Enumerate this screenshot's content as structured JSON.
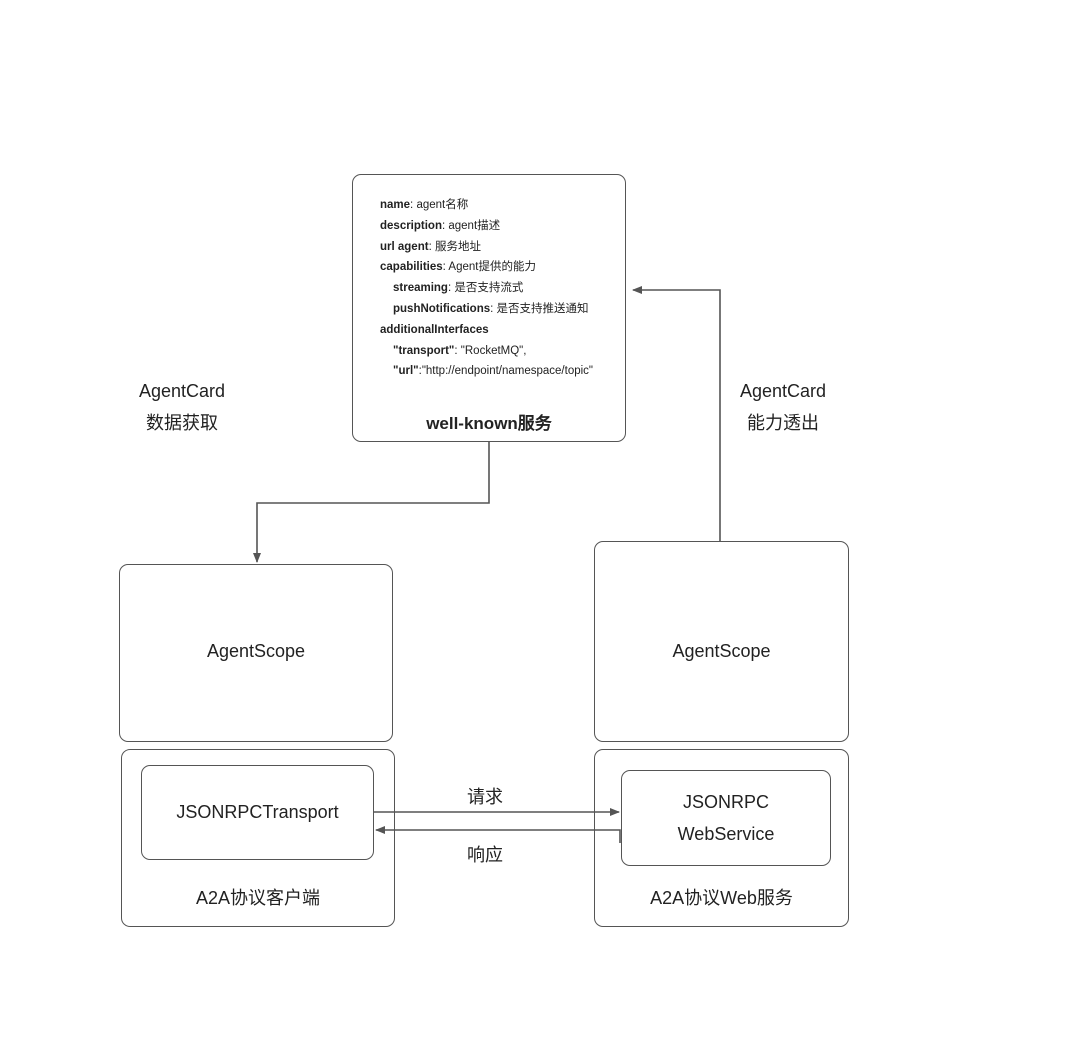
{
  "well_known": {
    "title": "well-known服务",
    "fields": [
      {
        "key": "name",
        "sep": ": ",
        "value": "agent名称",
        "indent": false
      },
      {
        "key": "description",
        "sep": ": ",
        "value": "agent描述",
        "indent": false
      },
      {
        "key": "url agent",
        "sep": ": ",
        "value": "服务地址",
        "indent": false
      },
      {
        "key": "capabilities",
        "sep": ": ",
        "value": "Agent提供的能力",
        "indent": false
      },
      {
        "key": "streaming",
        "sep": ": ",
        "value": "是否支持流式",
        "indent": true
      },
      {
        "key": "pushNotifications",
        "sep": ": ",
        "value": "是否支持推送通知",
        "indent": true
      },
      {
        "key": "additionalInterfaces",
        "sep": "",
        "value": "",
        "indent": false
      },
      {
        "key": "\"transport\"",
        "sep": ": ",
        "value": "\"RocketMQ\",",
        "indent": true
      },
      {
        "key": "\"url\"",
        "sep": ":",
        "value": "\"http://endpoint/namespace/topic\"",
        "indent": true
      }
    ]
  },
  "left_label": {
    "line1": "AgentCard",
    "line2": "数据获取"
  },
  "right_label": {
    "line1": "AgentCard",
    "line2": "能力透出"
  },
  "left_stack": {
    "agentscope": "AgentScope",
    "transport": "JSONRPCTransport",
    "footer": "A2A协议客户端"
  },
  "right_stack": {
    "agentscope": "AgentScope",
    "service_line1": "JSONRPC",
    "service_line2": "WebService",
    "footer": "A2A协议Web服务"
  },
  "arrows": {
    "request": "请求",
    "response": "响应"
  }
}
